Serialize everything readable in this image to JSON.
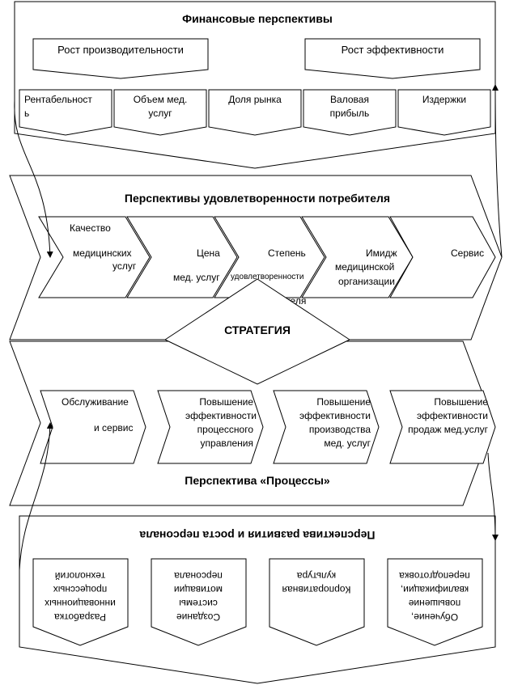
{
  "financial": {
    "title": "Финансовые перспективы",
    "growth_productivity": "Рост производительности",
    "growth_efficiency": "Рост эффективности",
    "indicators": [
      {
        "lines": [
          "Рентабельност",
          "ь"
        ]
      },
      {
        "lines": [
          "Объем мед.",
          "услуг"
        ]
      },
      {
        "lines": [
          "Доля рынка"
        ]
      },
      {
        "lines": [
          "Валовая",
          "прибыль"
        ]
      },
      {
        "lines": [
          "Издержки"
        ]
      }
    ]
  },
  "customer": {
    "title": "Перспективы удовлетворенности потребителя",
    "quality_1": "Качество",
    "quality_2": "медицинских",
    "quality_3": "услуг",
    "price_1": "Цена",
    "price_2": "мед. услуг",
    "degree_1": "Степень",
    "degree_2": "удовлетворенности",
    "degree_3": "потребителя",
    "image_1": "Имидж",
    "image_2": "медицинской",
    "image_3": "организации",
    "service": "Сервис"
  },
  "strategy": {
    "label": "СТРАТЕГИЯ"
  },
  "processes": {
    "title": "Перспектива «Процессы»",
    "items": [
      {
        "lines": [
          "Обслуживание",
          "и сервис"
        ]
      },
      {
        "lines": [
          "Повышение",
          "эффективности",
          "процессного",
          "управления"
        ]
      },
      {
        "lines": [
          "Повышение",
          "эффективности",
          "производства",
          "мед. услуг"
        ]
      },
      {
        "lines": [
          "Повышение",
          "эффективности",
          "продаж мед.услуг"
        ]
      }
    ]
  },
  "personnel": {
    "title": "Перспектива развития и роста персонала",
    "items": [
      {
        "lines": [
          "Разработка",
          "инновационных",
          "процессных",
          "технологий"
        ]
      },
      {
        "lines": [
          "Создание",
          "системы",
          "мотивации",
          "персонала"
        ]
      },
      {
        "lines": [
          "Корпоративная",
          "культура"
        ]
      },
      {
        "lines": [
          "Обучение,",
          "повышение",
          "квалификации,",
          "переподготовка"
        ]
      }
    ]
  }
}
